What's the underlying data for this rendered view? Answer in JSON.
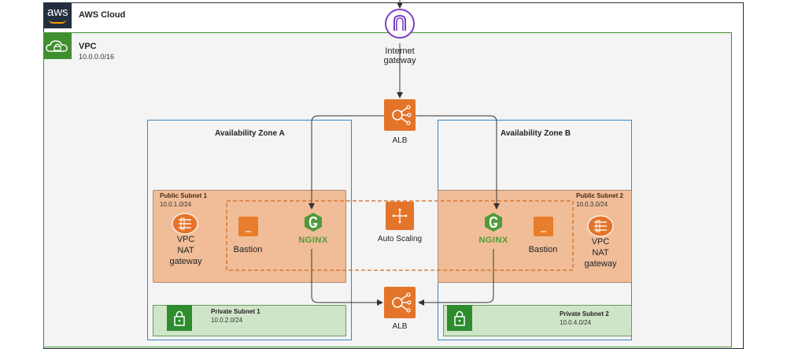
{
  "cloud": {
    "brand": "aws",
    "label": "AWS Cloud"
  },
  "vpc": {
    "label": "VPC",
    "cidr": "10.0.0.0/16"
  },
  "igw": {
    "label_line1": "Internet",
    "label_line2": "gateway"
  },
  "alb_top": {
    "label": "ALB"
  },
  "alb_bottom": {
    "label": "ALB"
  },
  "autoscaling": {
    "label": "Auto Scaling"
  },
  "zone_a": {
    "label": "Availability Zone A"
  },
  "zone_b": {
    "label": "Availability Zone B"
  },
  "public_subnet_1": {
    "label": "Public Subnet 1",
    "cidr": "10.0.1.0/24"
  },
  "public_subnet_2": {
    "label": "Public Subnet 2",
    "cidr": "10.0.3.0/24"
  },
  "private_subnet_1": {
    "label": "Private Subnet 1",
    "cidr": "10.0.2.0/24"
  },
  "private_subnet_2": {
    "label": "Private Subnet 2",
    "cidr": "10.0.4.0/24"
  },
  "nat_a": {
    "line1": "VPC",
    "line2": "NAT",
    "line3": "gateway"
  },
  "nat_b": {
    "line1": "VPC",
    "line2": "NAT",
    "line3": "gateway"
  },
  "bastion_a": {
    "label": "Bastion"
  },
  "bastion_b": {
    "label": "Bastion"
  },
  "nginx_a": {
    "label": "NGINX"
  },
  "nginx_b": {
    "label": "NGINX"
  },
  "colors": {
    "cloud_border": "#232f3e",
    "vpc_border": "#3f8f2f",
    "zone_border": "#3b86c4",
    "orange": "#e4742a",
    "igw_purple": "#7b3fbf",
    "nginx_green": "#4f9a3a",
    "public_fill": "#f0bd98",
    "private_fill": "#cfe5c8"
  }
}
